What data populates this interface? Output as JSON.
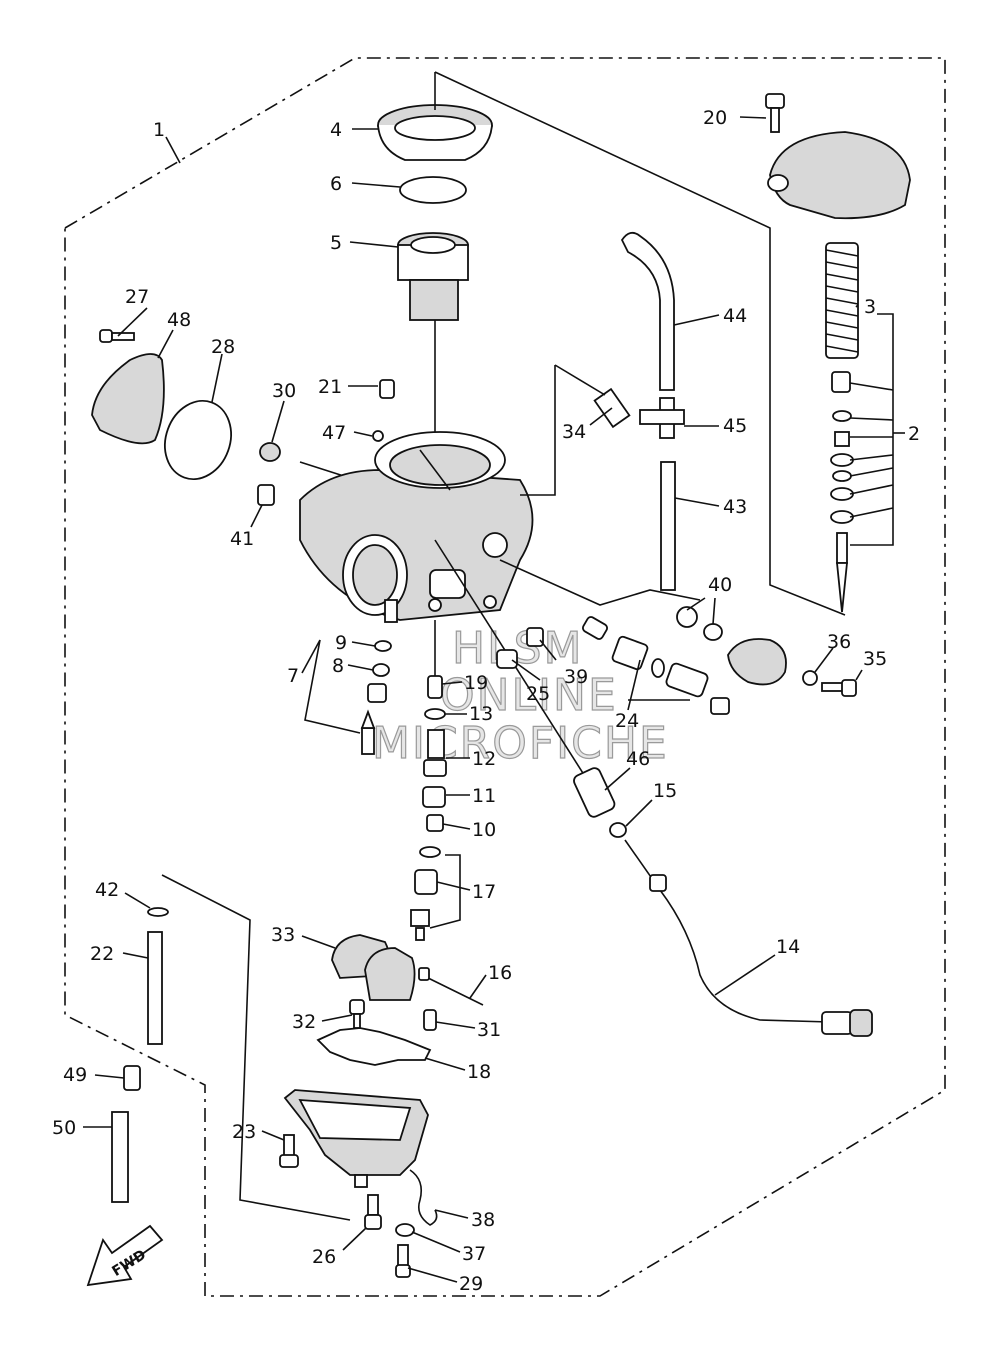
{
  "diagram": {
    "watermark_lines": [
      "HLSM",
      "ONLINE",
      "MICROFICHE"
    ],
    "direction_label": "FWD",
    "callouts": [
      "1",
      "2",
      "3",
      "4",
      "5",
      "6",
      "7",
      "8",
      "9",
      "10",
      "11",
      "12",
      "13",
      "14",
      "15",
      "16",
      "17",
      "18",
      "19",
      "20",
      "21",
      "22",
      "23",
      "24",
      "25",
      "26",
      "27",
      "28",
      "29",
      "30",
      "31",
      "32",
      "33",
      "34",
      "35",
      "36",
      "37",
      "38",
      "39",
      "40",
      "41",
      "42",
      "43",
      "44",
      "45",
      "46",
      "47",
      "48",
      "49",
      "50"
    ]
  }
}
